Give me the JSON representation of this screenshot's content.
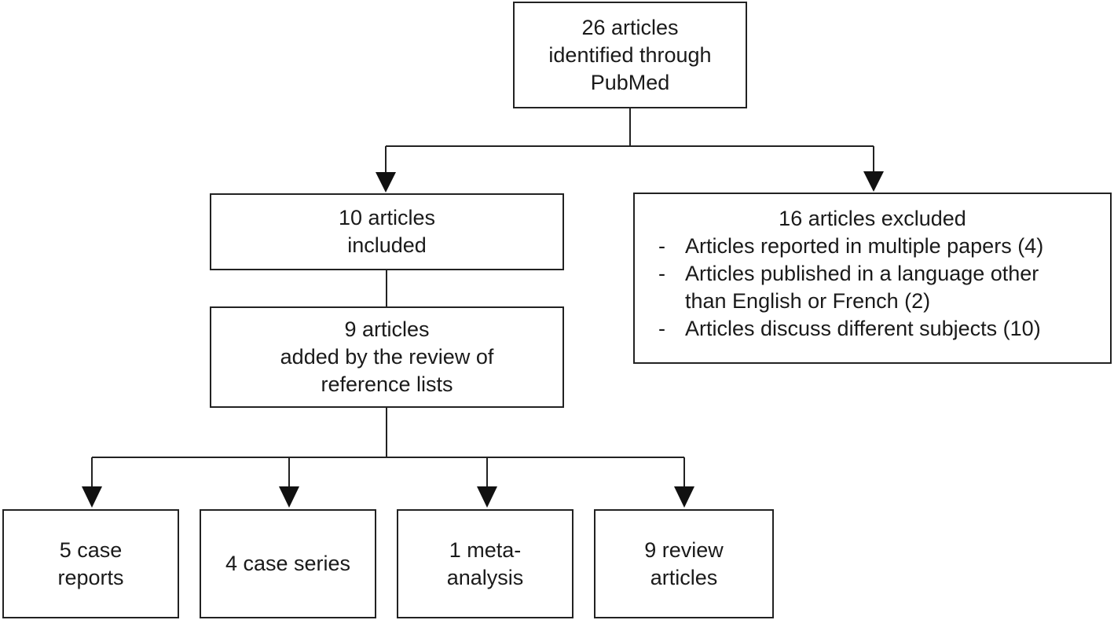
{
  "top_box": {
    "lines": [
      "26 articles",
      "identified through",
      "PubMed"
    ]
  },
  "included_box": {
    "lines": [
      "10 articles",
      "included"
    ]
  },
  "added_box": {
    "lines": [
      "9 articles",
      "added by the review of",
      "reference lists"
    ]
  },
  "excluded_box": {
    "title": "16 articles excluded",
    "items": [
      {
        "bullet": "-",
        "lines": [
          "Articles reported in multiple papers (4)"
        ]
      },
      {
        "bullet": "-",
        "lines": [
          "Articles published in a language other",
          "than English or French (2)"
        ]
      },
      {
        "bullet": "-",
        "lines": [
          "Articles discuss different subjects (10)"
        ]
      }
    ]
  },
  "category_boxes": [
    {
      "lines": [
        "5 case",
        "reports"
      ]
    },
    {
      "lines": [
        "4 case series"
      ]
    },
    {
      "lines": [
        "1 meta-",
        "analysis"
      ]
    },
    {
      "lines": [
        "9 review",
        "articles"
      ]
    }
  ],
  "colors": {
    "line": "#222222",
    "background": "#ffffff"
  }
}
